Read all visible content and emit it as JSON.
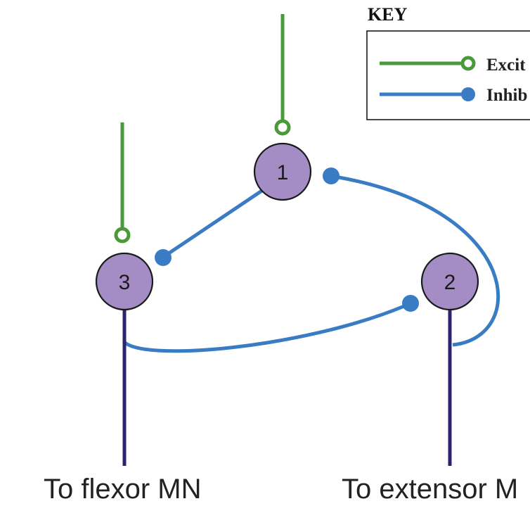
{
  "key": {
    "title": "KEY",
    "excitatory_label": "Excit",
    "inhibitory_label": "Inhib"
  },
  "neurons": [
    {
      "label": "1"
    },
    {
      "label": "2"
    },
    {
      "label": "3"
    }
  ],
  "outputs": {
    "flexor_label": "To flexor MN",
    "extensor_label": "To extensor M"
  },
  "colors": {
    "excitatory": "#4a9a3c",
    "inhibitory": "#3a7cc4",
    "neuron_fill": "#a38dc4",
    "axon": "#2b2470",
    "outline": "#1a1a1a"
  }
}
